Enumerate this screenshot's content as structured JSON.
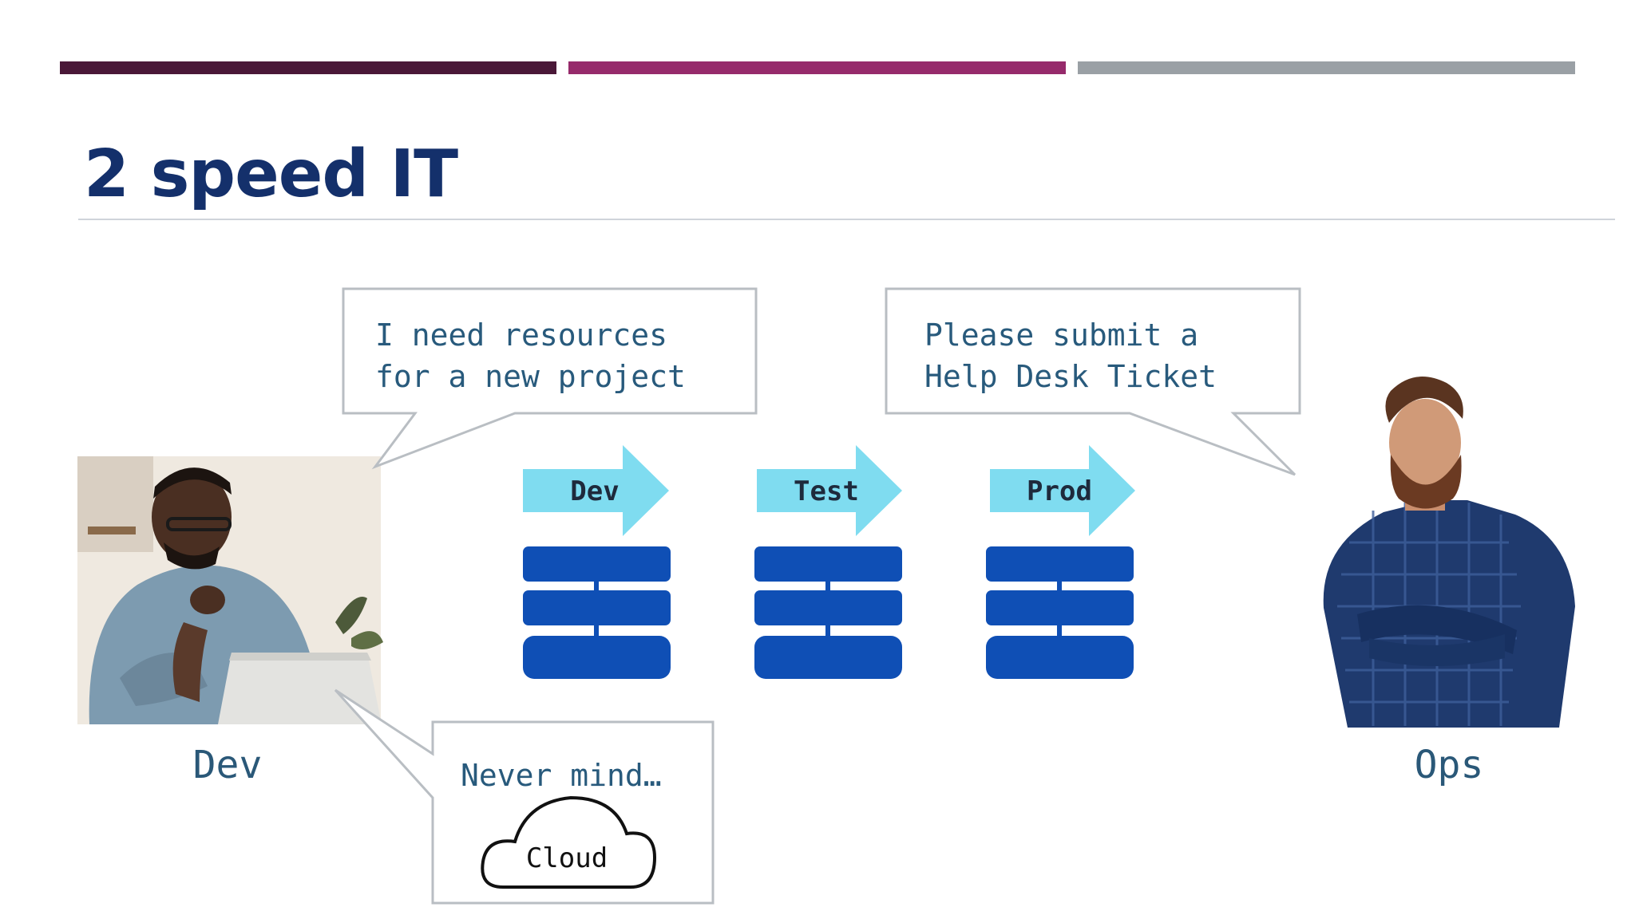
{
  "slide": {
    "title": "2 speed IT",
    "accent_colors": [
      "#4a1838",
      "#962a6b",
      "#9aa0a5"
    ],
    "title_color": "#14306b"
  },
  "diagram": {
    "bubble_dev": {
      "line1": "I need resources",
      "line2": "for a new project"
    },
    "bubble_ops": {
      "line1": "Please submit a",
      "line2": "Help Desk Ticket"
    },
    "bubble_never": {
      "text": "Never mind…",
      "cloud_label": "Cloud"
    },
    "stages": [
      {
        "label": "Dev"
      },
      {
        "label": "Test"
      },
      {
        "label": "Prod"
      }
    ],
    "roles": {
      "left": "Dev",
      "right": "Ops"
    },
    "arrow_color": "#7fdcf0",
    "server_color": "#0f4fb5"
  }
}
